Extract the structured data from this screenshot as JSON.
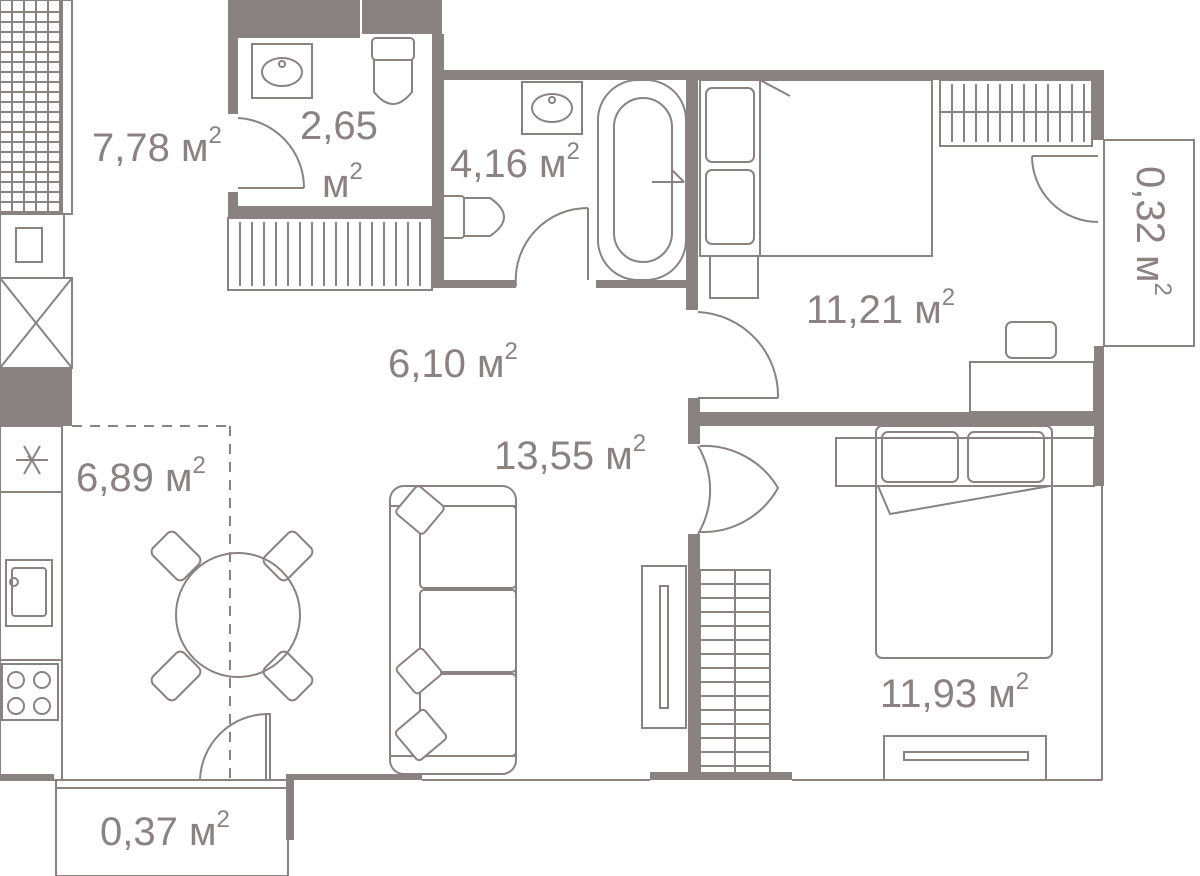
{
  "colors": {
    "wall": "#8a8280",
    "background": "#ffffff"
  },
  "rooms": {
    "hall": {
      "value": "7,78 м",
      "sup": "2"
    },
    "wc": {
      "line1": "2,65",
      "line2": "м",
      "sup": "2"
    },
    "bathroom": {
      "value": "4,16 м",
      "sup": "2"
    },
    "corridor": {
      "value": "6,10 м",
      "sup": "2"
    },
    "living": {
      "value": "13,55 м",
      "sup": "2"
    },
    "kitchen": {
      "value": "6,89 м",
      "sup": "2"
    },
    "bedroom1": {
      "value": "11,21 м",
      "sup": "2"
    },
    "bedroom2": {
      "value": "11,93 м",
      "sup": "2"
    },
    "balcony1": {
      "value": "0,32 м",
      "sup": "2"
    },
    "balcony2": {
      "value": "0,37 м",
      "sup": "2"
    }
  },
  "icons": [
    "snowflake-icon",
    "sink-icon",
    "toilet-icon",
    "bathtub-icon",
    "stove-icon",
    "bed-icon",
    "sofa-icon",
    "dining-table-icon",
    "chair-icon",
    "wardrobe-icon"
  ]
}
